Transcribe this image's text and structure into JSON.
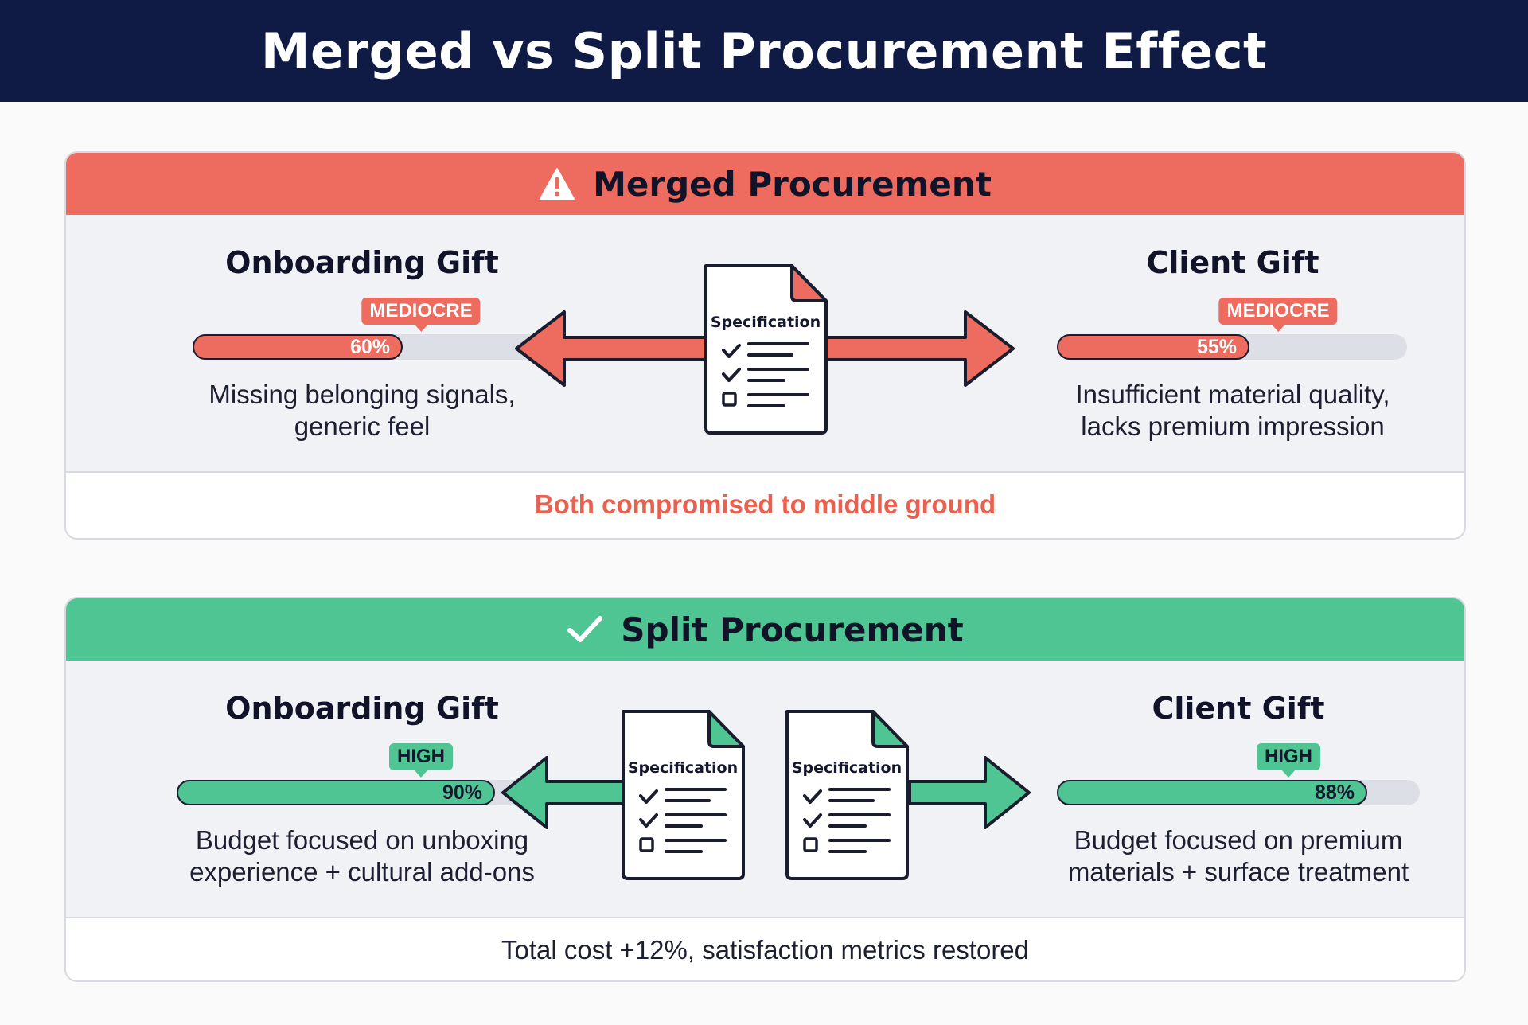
{
  "title": "Merged vs Split Procurement Effect",
  "colors": {
    "title_bg": "#0f1b44",
    "merged": "#ee6b5f",
    "split": "#4fc594"
  },
  "merged": {
    "header_icon": "warning-icon",
    "title": "Merged Procurement",
    "onboarding": {
      "name": "Onboarding Gift",
      "badge": "MEDIOCRE",
      "percent_label": "60%",
      "percent": 60,
      "description_line1": "Missing belonging signals,",
      "description_line2": "generic feel"
    },
    "client": {
      "name": "Client Gift",
      "badge": "MEDIOCRE",
      "percent_label": "55%",
      "percent": 55,
      "description_line1": "Insufficient material quality,",
      "description_line2": "lacks premium impression"
    },
    "document_label": "Specification",
    "footer": "Both compromised to middle ground"
  },
  "split": {
    "header_icon": "checkmark-icon",
    "title": "Split Procurement",
    "onboarding": {
      "name": "Onboarding Gift",
      "badge": "HIGH",
      "percent_label": "90%",
      "percent": 90,
      "description_line1": "Budget focused on unboxing",
      "description_line2": "experience + cultural add-ons"
    },
    "client": {
      "name": "Client Gift",
      "badge": "HIGH",
      "percent_label": "88%",
      "percent": 88,
      "description_line1": "Budget focused on premium",
      "description_line2": "materials + surface treatment"
    },
    "document_label_left": "Specification",
    "document_label_right": "Specification",
    "footer": "Total cost +12%, satisfaction metrics restored"
  }
}
